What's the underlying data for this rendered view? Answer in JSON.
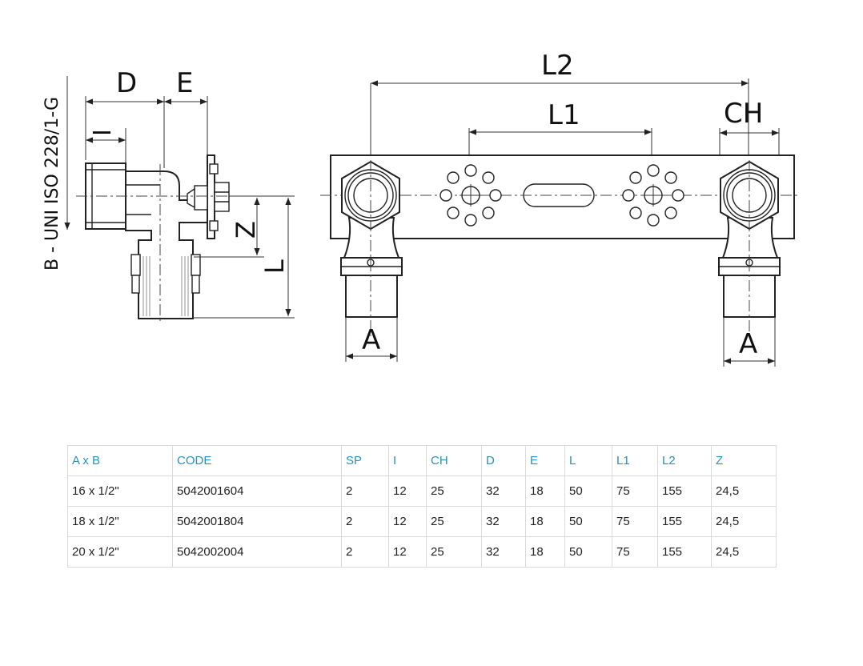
{
  "drawing": {
    "vertical_label": "B - UNI ISO 228/1-G",
    "dims": {
      "D": "D",
      "E": "E",
      "I": "I",
      "Z": "Z",
      "L": "L",
      "L1": "L1",
      "L2": "L2",
      "CH": "CH",
      "A_left": "A",
      "A_right": "A"
    }
  },
  "table": {
    "headers": [
      "A x B",
      "CODE",
      "SP",
      "I",
      "CH",
      "D",
      "E",
      "L",
      "L1",
      "L2",
      "Z"
    ],
    "rows": [
      [
        "16 x 1/2\"",
        "5042001604",
        "2",
        "12",
        "25",
        "32",
        "18",
        "50",
        "75",
        "155",
        "24,5"
      ],
      [
        "18 x 1/2\"",
        "5042001804",
        "2",
        "12",
        "25",
        "32",
        "18",
        "50",
        "75",
        "155",
        "24,5"
      ],
      [
        "20 x 1/2\"",
        "5042002004",
        "2",
        "12",
        "25",
        "32",
        "18",
        "50",
        "75",
        "155",
        "24,5"
      ]
    ]
  }
}
